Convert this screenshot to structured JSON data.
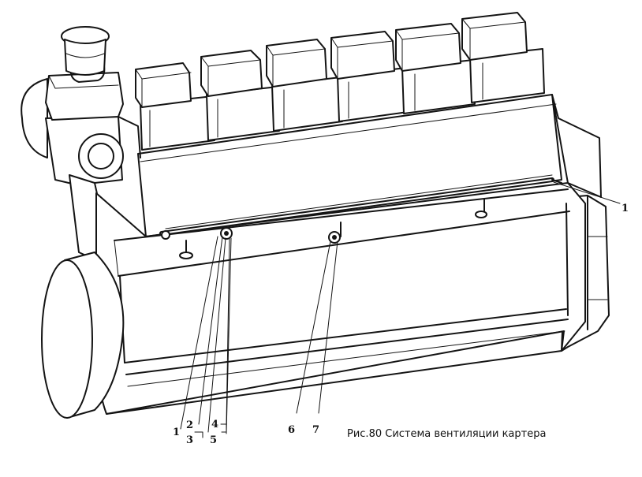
{
  "figure": {
    "caption": "Рис.80 Система вентиляции картера",
    "callouts": [
      {
        "id": "c1a",
        "label": "1"
      },
      {
        "id": "c1b",
        "label": "1"
      },
      {
        "id": "c2",
        "label": "2"
      },
      {
        "id": "c3",
        "label": "3"
      },
      {
        "id": "c4",
        "label": "4"
      },
      {
        "id": "c5",
        "label": "5"
      },
      {
        "id": "c6",
        "label": "6"
      },
      {
        "id": "c7",
        "label": "7"
      }
    ]
  }
}
